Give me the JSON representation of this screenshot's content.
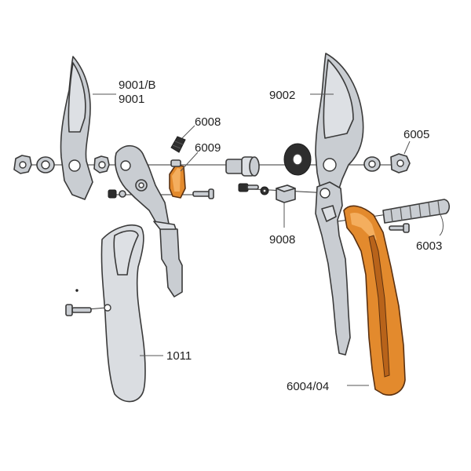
{
  "parts": [
    {
      "id": "label-9001b",
      "text": "9001/B"
    },
    {
      "id": "label-9001",
      "text": "9001"
    },
    {
      "id": "label-9002",
      "text": "9002"
    },
    {
      "id": "label-6008",
      "text": "6008"
    },
    {
      "id": "label-6009",
      "text": "6009"
    },
    {
      "id": "label-6005",
      "text": "6005"
    },
    {
      "id": "label-9008",
      "text": "9008"
    },
    {
      "id": "label-6003",
      "text": "6003"
    },
    {
      "id": "label-1011",
      "text": "1011"
    },
    {
      "id": "label-6004",
      "text": "6004/04"
    }
  ],
  "colors": {
    "metal": "#c9cdd2",
    "grip": "#dadde1",
    "accent_orange": "#e38a2d",
    "outline": "#3a3a3a"
  }
}
